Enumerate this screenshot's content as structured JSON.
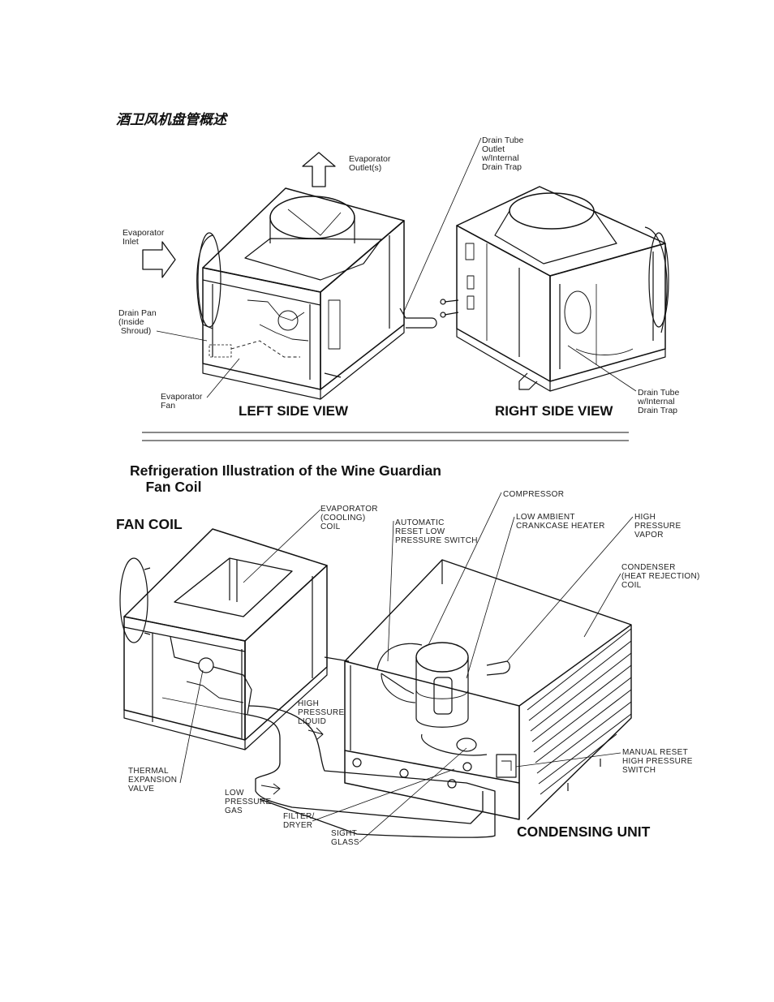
{
  "page": {
    "title_cn": "酒卫风机盘管概述"
  },
  "top_figure": {
    "labels": {
      "evaporator_outlet": "Evaporator\nOutlet(s)",
      "evaporator_inlet": "Evaporator\nInlet",
      "drain_tube_outlet": "Drain Tube\nOutlet\nw/Internal\nDrain Trap",
      "drain_pan": "Drain Pan\n(Inside\n Shroud)",
      "evaporator_fan": "Evaporator\nFan",
      "drain_tube_right": "Drain Tube\nw/Internal\nDrain Trap"
    },
    "left_view_caption": "LEFT SIDE VIEW",
    "right_view_caption": "RIGHT SIDE VIEW"
  },
  "bottom_figure": {
    "heading": "Refrigeration Illustration of the Wine Guardian\n    Fan Coil",
    "fan_coil_caption": "FAN COIL",
    "condensing_unit_caption": "CONDENSING UNIT",
    "labels": {
      "compressor": "COMPRESSOR",
      "evaporator_coil": "EVAPORATOR\n(COOLING)\nCOIL",
      "auto_reset": "AUTOMATIC\nRESET LOW\nPRESSURE SWITCH",
      "low_ambient": "LOW AMBIENT\nCRANKCASE HEATER",
      "high_pressure_vapor": "HIGH\nPRESSURE\nVAPOR",
      "condenser": "CONDENSER\n(HEAT REJECTION)\nCOIL",
      "high_pressure_liquid": "HIGH\nPRESSURE\nLIQUID",
      "manual_reset": "MANUAL RESET\nHIGH PRESSURE\nSWITCH",
      "thermal_expansion": "THERMAL\nEXPANSION\nVALVE",
      "low_pressure_gas": "LOW\nPRESSURE\nGAS",
      "filter_dryer": "FILTER/\nDRYER",
      "sight_glass": "SIGHT\nGLASS"
    }
  }
}
